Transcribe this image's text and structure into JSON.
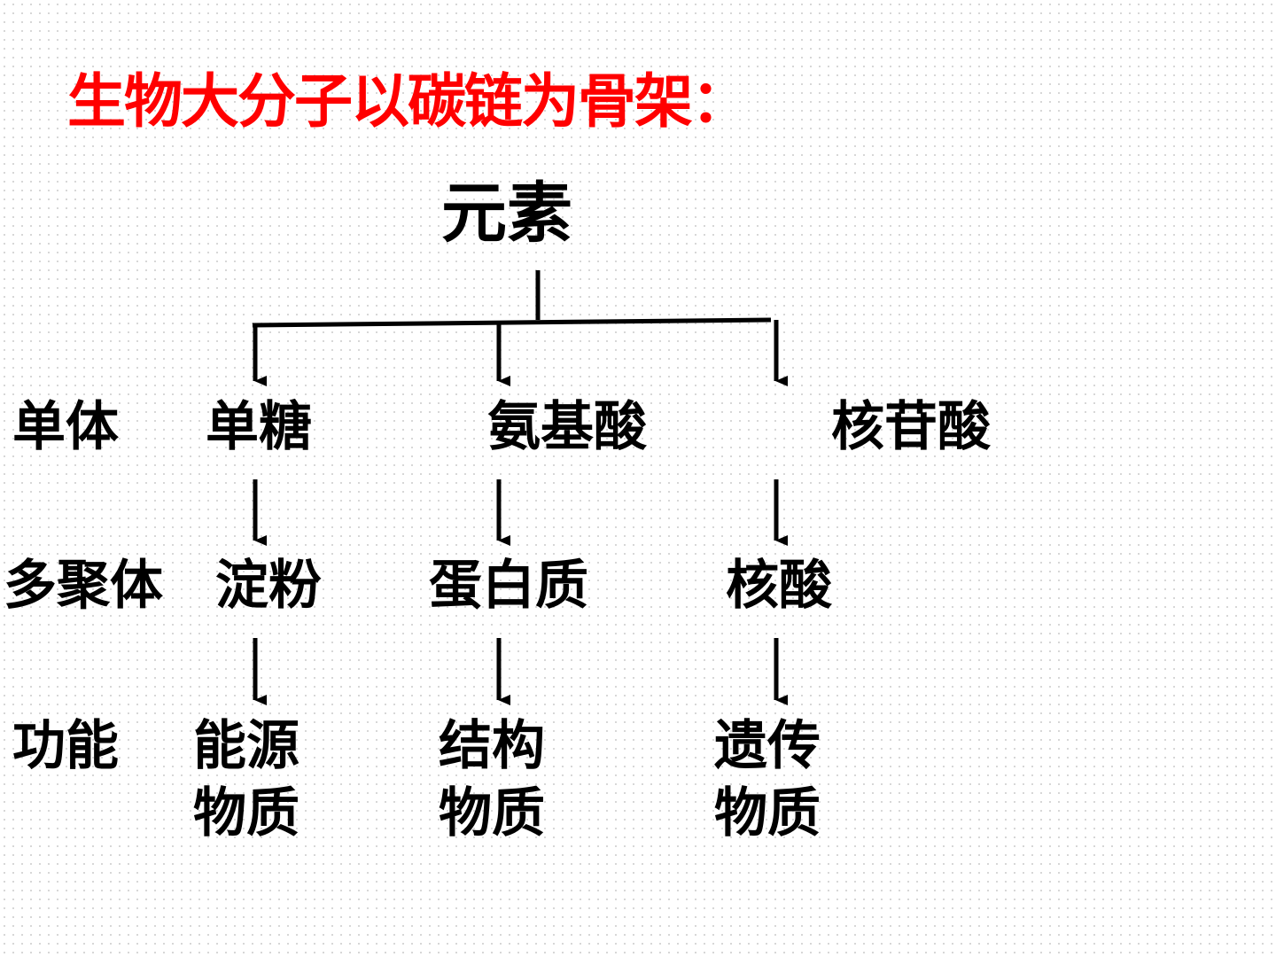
{
  "title": "生物大分子以碳链为骨架：",
  "colors": {
    "title": "#ff0000",
    "text": "#000000",
    "lines": "#000000"
  },
  "root": "元素",
  "rows": {
    "monomer": "单体",
    "polymer": "多聚体",
    "function": "功能"
  },
  "branches": [
    {
      "monomer": "单糖",
      "polymer": "淀粉",
      "function_line1": "能源",
      "function_line2": "物质"
    },
    {
      "monomer": "氨基酸",
      "polymer": "蛋白质",
      "function_line1": "结构",
      "function_line2": "物质"
    },
    {
      "monomer": "核苷酸",
      "polymer": "核酸",
      "function_line1": "遗传",
      "function_line2": "物质"
    }
  ]
}
